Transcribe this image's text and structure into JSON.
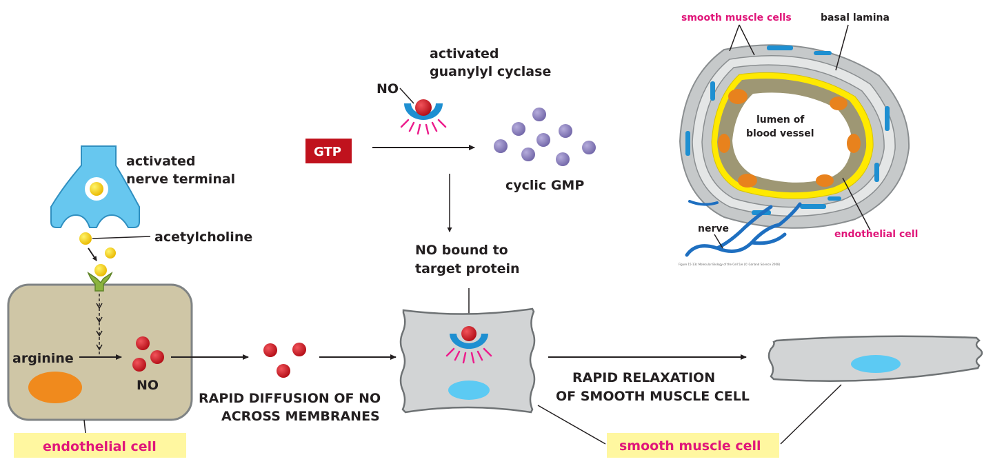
{
  "labels": {
    "activated_nerve_terminal": [
      "activated",
      "nerve terminal"
    ],
    "acetylcholine": "acetylcholine",
    "arginine": "arginine",
    "no_in_cell": "NO",
    "endothelial_cell": "endothelial cell",
    "rapid_diffusion": [
      "RAPID DIFFUSION OF NO",
      "ACROSS MEMBRANES"
    ],
    "gtp": "GTP",
    "no_top": "NO",
    "activated_guanylyl_cyclase": [
      "activated",
      "guanylyl cyclase"
    ],
    "cyclic_gmp": "cyclic GMP",
    "no_bound": [
      "NO bound to",
      "target protein"
    ],
    "rapid_relaxation": [
      "RAPID RELAXATION",
      "OF SMOOTH MUSCLE CELL"
    ],
    "smooth_muscle_cell": "smooth muscle cell",
    "vessel_smooth_muscle_cells": "smooth muscle cells",
    "vessel_basal_lamina": "basal lamina",
    "vessel_lumen": [
      "lumen of",
      "blood vessel"
    ],
    "vessel_nerve": "nerve",
    "vessel_endothelial_cell": "endothelial cell",
    "figure_credit": "Figure 15-13c Molecular Biology of the Cell 5/e (© Garland Science 2008)"
  },
  "colors": {
    "endothelial_fill": "#cfc6a6",
    "cell_border": "#7f8384",
    "nucleus_orange": "#f08a1d",
    "no_red": "#c4111b",
    "ach_yellow": "#f6d300",
    "nerve_blue": "#67c7ef",
    "gmp_purple": "#8b80bd",
    "smooth_gray": "#d2d4d5",
    "label_pink": "#e0177a",
    "highlight_yellow": "#fff7a0",
    "gtp_red": "#c0121d"
  }
}
